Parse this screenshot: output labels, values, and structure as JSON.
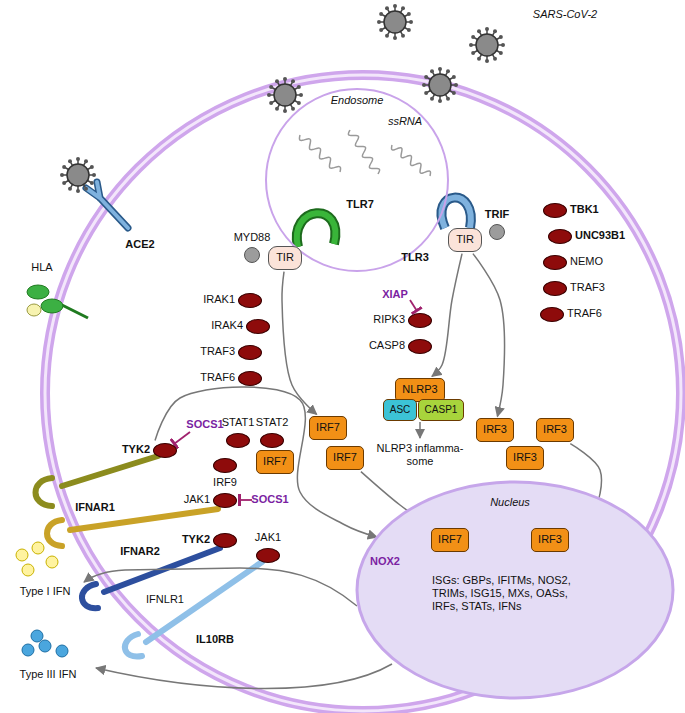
{
  "diagram": {
    "nodes": [
      {
        "text": [
          "Endosome"
        ]
      },
      {
        "text": [
          "TIR"
        ]
      },
      {
        "text": [
          "MYD88"
        ]
      },
      {
        "text": [
          "TIR"
        ]
      },
      {
        "text": [
          "TRIF"
        ]
      },
      {
        "text": [
          "IRAK1"
        ]
      },
      {
        "text": [
          "IRAK4"
        ]
      },
      {
        "text": [
          "TRAF3"
        ]
      },
      {
        "text": [
          "TRAF6"
        ]
      },
      {
        "text": [
          "TBK1"
        ]
      },
      {
        "text": [
          "UNC93B1"
        ]
      },
      {
        "text": [
          "NEMO"
        ]
      },
      {
        "text": [
          "TRAF3"
        ]
      },
      {
        "text": [
          "TRAF6"
        ]
      },
      {
        "text": [
          "RIPK3"
        ]
      },
      {
        "text": [
          "CASP8"
        ]
      },
      {
        "text": [
          "IRF7"
        ]
      },
      {
        "text": [
          "IRF7"
        ]
      },
      {
        "text": [
          "IRF7"
        ]
      },
      {
        "text": [
          "NLRP3"
        ]
      },
      {
        "text": [
          "ASC"
        ]
      },
      {
        "text": [
          "CASP1"
        ]
      },
      {
        "text": [
          "IRF3"
        ]
      },
      {
        "text": [
          "IRF3"
        ]
      },
      {
        "text": [
          "IRF3"
        ]
      },
      {
        "text": [
          "TYK2"
        ]
      },
      {
        "text": [
          "STAT1"
        ]
      },
      {
        "text": [
          "STAT2"
        ]
      },
      {
        "text": [
          "IRF9"
        ]
      },
      {
        "text": [
          "JAK1"
        ]
      },
      {
        "text": [
          "TYK2"
        ]
      },
      {
        "text": [
          "JAK1"
        ]
      },
      {
        "text": [
          "Nucleus"
        ]
      },
      {
        "text": [
          "IRF7"
        ],
        "in": 32
      },
      {
        "text": [
          "IRF3"
        ],
        "in": 32
      }
    ],
    "edges": [
      {
        "from": 1,
        "to": 16,
        "arrow": "to"
      },
      {
        "from": 3,
        "to": 19,
        "arrow": "to"
      },
      {
        "from": 3,
        "to": 22,
        "arrow": "to"
      },
      {
        "from": 18,
        "to": 33,
        "arrow": "to"
      },
      {
        "from": 23,
        "to": 34,
        "arrow": "to"
      },
      {
        "from": 25,
        "to": 32,
        "arrow": "to"
      }
    ],
    "labels": [
      "SARS-CoV-2",
      "ACE2",
      "HLA",
      "ssRNA",
      "TLR7",
      "TLR3",
      "XIAP",
      "NLRP3 inflamma- some",
      "SOCS1",
      "IFNAR1",
      "SOCS1",
      "IFNAR2",
      "IFNLR1",
      "IL10RB",
      "Type I IFN",
      "Type III IFN",
      "NOX2",
      "ISGs: GBPs, IFITMs, NOS2, TRIMs, ISG15, MXs, OASs, IRFs, STATs, IFNs"
    ]
  }
}
